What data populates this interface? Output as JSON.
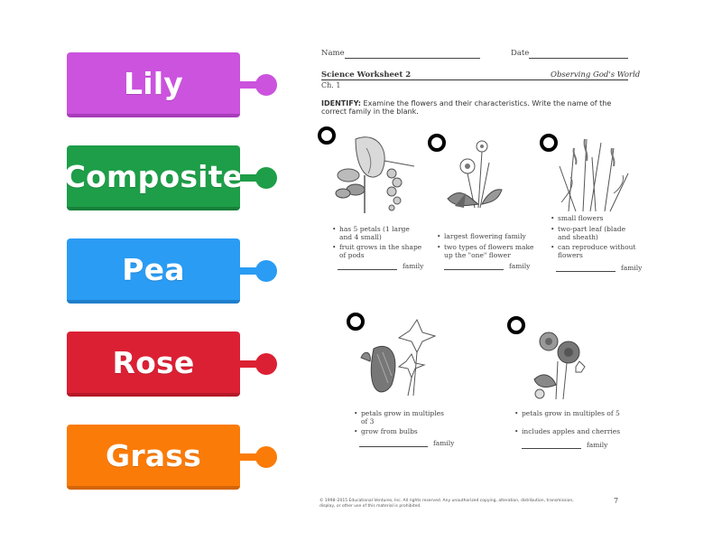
{
  "tiles": [
    {
      "label": "Lily",
      "color": "#cb53de",
      "dark": "#a83cba"
    },
    {
      "label": "Composite",
      "color": "#1e9e48",
      "dark": "#17803a"
    },
    {
      "label": "Pea",
      "color": "#2a9cf4",
      "dark": "#1f7fcb"
    },
    {
      "label": "Rose",
      "color": "#dc2034",
      "dark": "#b51828"
    },
    {
      "label": "Grass",
      "color": "#fb7b09",
      "dark": "#d46506"
    }
  ],
  "worksheet": {
    "name_label": "Name",
    "date_label": "Date",
    "title": "Science Worksheet 2",
    "subtitle": "Observing God's World",
    "chapter": "Ch. 1",
    "identify_label": "IDENTIFY:",
    "identify_text": "Examine the flowers and their characteristics. Write the name of the correct family in the blank.",
    "family_word": "family",
    "panels": [
      {
        "bullets": [
          "has 5 petals (1 large and 4 small)",
          "fruit grows in the shape of pods"
        ]
      },
      {
        "bullets": [
          "largest flowering family",
          "two types of flowers make up the \"one\" flower"
        ]
      },
      {
        "bullets": [
          "small flowers",
          "two-part leaf (blade and sheath)",
          "can reproduce without flowers"
        ]
      },
      {
        "bullets": [
          "petals grow in multiples of 3",
          "grow from bulbs"
        ]
      },
      {
        "bullets": [
          "petals grow in multiples of 5",
          "includes apples and cherries"
        ]
      }
    ],
    "footer": "© 1998–2015 Educational Ventures, Inc. All rights reserved. Any unauthorized copying, alteration, distribution, transmission, display, or other use of this material is prohibited.",
    "page_number": "7"
  }
}
